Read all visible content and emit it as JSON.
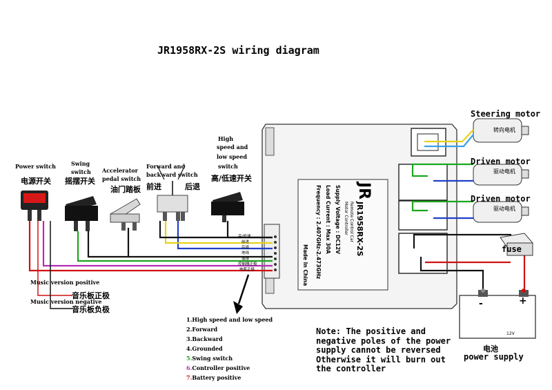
{
  "title": "JR1958RX-2S wiring diagram",
  "switches": {
    "power": {
      "en": "Power switch",
      "cn": "电源开关"
    },
    "swing": {
      "en1": "Swing",
      "en2": "switch",
      "cn": "摇摆开关"
    },
    "accelerator": {
      "en1": "Accelerator",
      "en2": "pedal switch",
      "cn": "油门踏板"
    },
    "forward_backward": {
      "en1": "Forward and",
      "en2": "backward switch",
      "cn_fwd": "前进",
      "cn_back": "后退"
    },
    "speed": {
      "en1": "High",
      "en2": "speed and",
      "en3": "low speed",
      "en4": "switch",
      "cn": "高/低速开关"
    }
  },
  "music": {
    "positive_en": "Music version positive",
    "positive_cn": "音乐板正极",
    "negative_en": "Music version negative",
    "negative_cn": "音乐板负极"
  },
  "motors": {
    "steering": {
      "en": "Steering motor",
      "cn": "转向电机"
    },
    "driven1": {
      "en": "Driven motor",
      "cn": "驱动电机"
    },
    "driven2": {
      "en": "Driven motor",
      "cn": "驱动电机"
    }
  },
  "controller": {
    "logo": "JR",
    "model": "JR1958RX-2S",
    "subtitle1": "Remote Control Car",
    "subtitle2": "Motor Controller",
    "voltage": "Supply Voltage : DC12V",
    "current": "Load Current : Max 30A",
    "frequency": "Frequency : 2.407GHz-2.473GHz",
    "made": "Made In China",
    "pins": [
      "高/低速",
      "前进",
      "后退",
      "地线",
      "摇摆",
      "控制器正极",
      "电瓶正极"
    ]
  },
  "battery": {
    "cn": "电池",
    "en": "power supply",
    "voltage": "12V",
    "minus": "-",
    "plus": "+",
    "fuse": "fuse"
  },
  "legend": [
    {
      "num": "1.",
      "label": "High speed and low speed",
      "color": "#000000"
    },
    {
      "num": "2.",
      "label": "Forward",
      "color": "#000000"
    },
    {
      "num": "3.",
      "label": "Backward",
      "color": "#000000"
    },
    {
      "num": "4.",
      "label": "Grounded",
      "color": "#000000"
    },
    {
      "num": "5.",
      "label": "Swing switch",
      "color": "#1aa61a"
    },
    {
      "num": "6.",
      "label": "Controller positive",
      "color": "#b32bb3"
    },
    {
      "num": "7.",
      "label": "Battery positive",
      "color": "#d01010"
    }
  ],
  "note": "Note: The positive and\nnegative poles of the power\nsupply cannot be reversed\nOtherwise it will burn out\nthe controller",
  "wire_colors": {
    "red": "#d01010",
    "purple": "#b32bb3",
    "green": "#1aa61a",
    "black": "#111111",
    "blue": "#1f3fc8",
    "yellow": "#e6d21a",
    "lightblue": "#3aa0e6"
  }
}
